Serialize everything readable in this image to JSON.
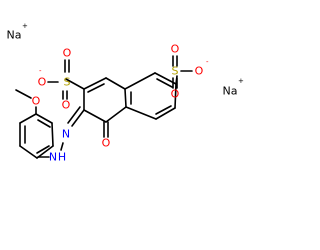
{
  "structure": {
    "atoms": {
      "na_left": "Na",
      "na_right": "Na",
      "s_left": "S",
      "s_right": "S",
      "o": "O",
      "n": "N",
      "h": "H"
    },
    "charges": {
      "plus": "+",
      "minus": "-"
    },
    "colors": {
      "bond": "#000000",
      "oxygen": "#ff0000",
      "nitrogen": "#0000ff",
      "sulfur": "#b3a000",
      "sodium": "#000000"
    }
  }
}
